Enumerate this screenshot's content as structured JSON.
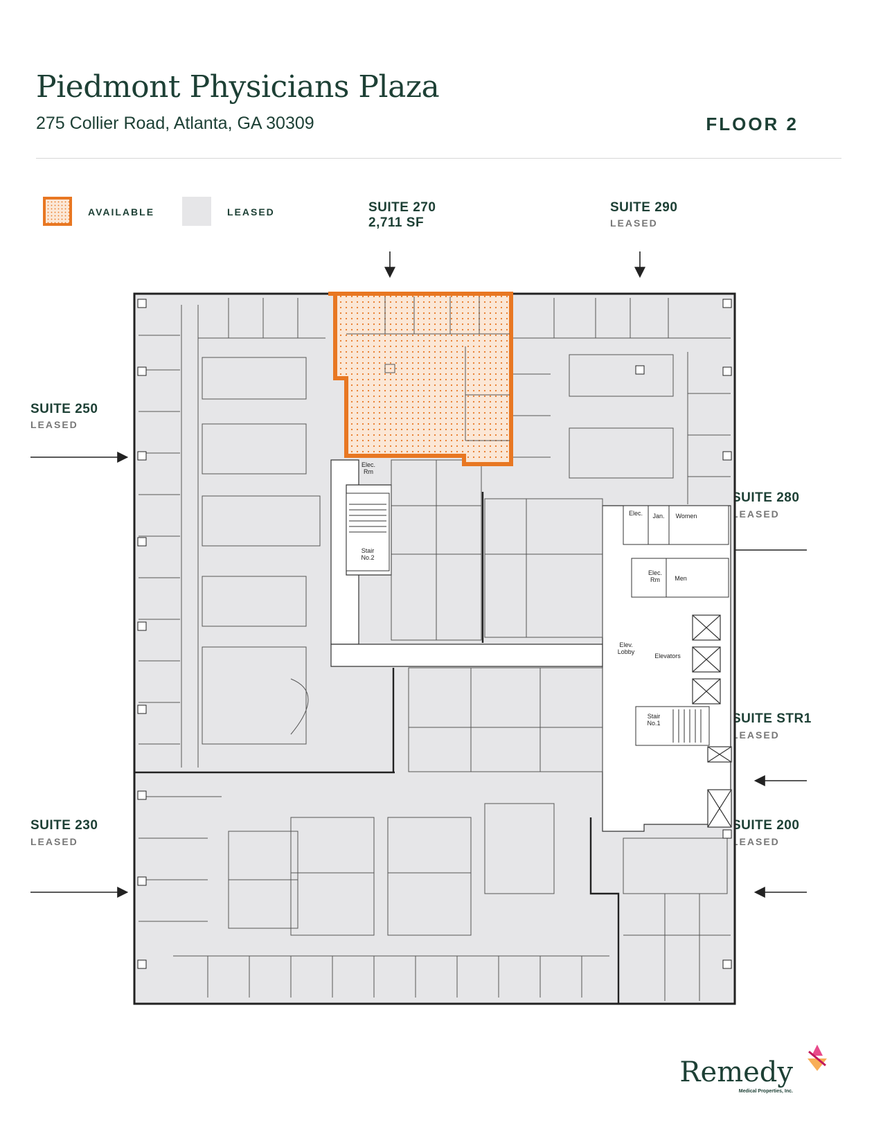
{
  "header": {
    "title": "Piedmont Physicians Plaza",
    "address": "275 Collier Road, Atlanta, GA 30309",
    "floor": "FLOOR 2"
  },
  "legend": {
    "available_label": "AVAILABLE",
    "leased_label": "LEASED",
    "available_color": "#e87722",
    "leased_color": "#e6e6e8"
  },
  "suites": {
    "s270": {
      "name": "SUITE 270",
      "detail": "2,711 SF"
    },
    "s290": {
      "name": "SUITE 290",
      "status": "LEASED"
    },
    "s250": {
      "name": "SUITE 250",
      "status": "LEASED"
    },
    "s280": {
      "name": "SUITE 280",
      "status": "LEASED"
    },
    "str1": {
      "name": "SUITE STR1",
      "status": "LEASED"
    },
    "s230": {
      "name": "SUITE 230",
      "status": "LEASED"
    },
    "s200": {
      "name": "SUITE 200",
      "status": "LEASED"
    }
  },
  "rooms": {
    "elec_rm_top": [
      "Elec.",
      "Rm"
    ],
    "stair2": [
      "Stair",
      "No.2"
    ],
    "elec_small": "Elec.",
    "jan": "Jan.",
    "women": "Women",
    "elec_rm_mid": [
      "Elec.",
      "Rm"
    ],
    "men": "Men",
    "elev_lobby": [
      "Elev.",
      "Lobby"
    ],
    "elevators": "Elevators",
    "stair1": [
      "Stair",
      "No.1"
    ]
  },
  "logo": {
    "name": "Remedy",
    "subtitle": "Medical Properties, Inc."
  }
}
